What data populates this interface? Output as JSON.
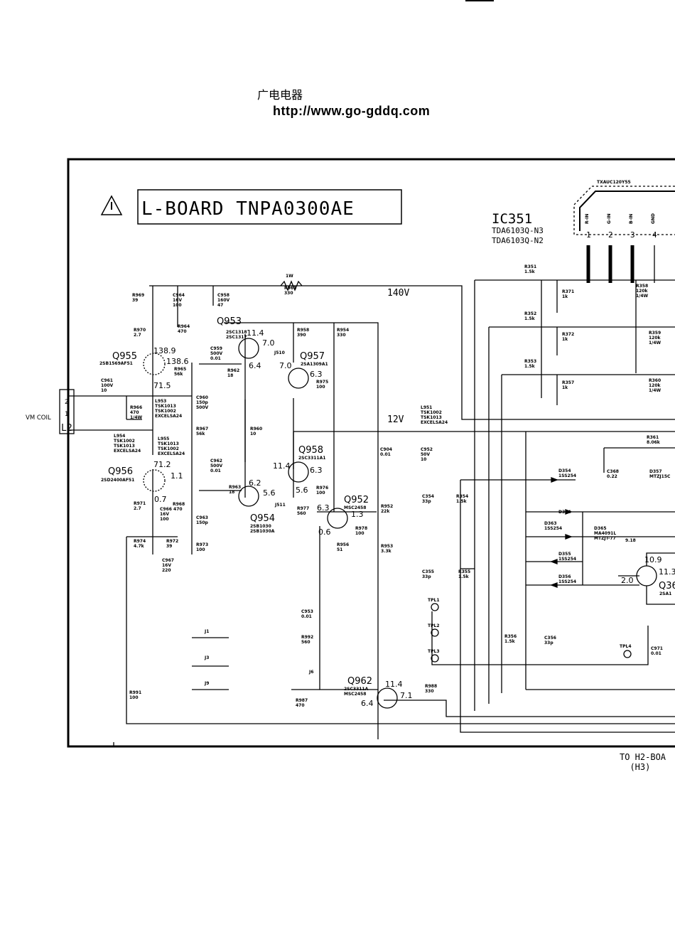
{
  "header": {
    "site_name": "广电电器",
    "url": "http://www.go-gddq.com"
  },
  "board": {
    "title": "L-BOARD TNPA0300AE"
  },
  "ic351": {
    "ref": "IC351",
    "part1": "TDA6103Q-N3",
    "part2": "TDA6103Q-N2",
    "module": "TXAUC120Y55",
    "pins": [
      "R-IN",
      "G-IN",
      "B-IN",
      "GND"
    ],
    "pin_nums": [
      "1",
      "2",
      "3",
      "4"
    ]
  },
  "rails": {
    "v140": "140V",
    "v12": "12V"
  },
  "connector": {
    "label": "VM COIL",
    "ref": "L2",
    "pin2": "2",
    "pin1": "1"
  },
  "transistors": {
    "q953": {
      "ref": "Q953",
      "part": "2SC1318\n2SC1317",
      "v1": "11.4",
      "v2": "7.0",
      "v3": "6.4"
    },
    "q955": {
      "ref": "Q955",
      "part": "2SB1569AF51",
      "v1": "138.9",
      "v2": "138.6",
      "v3": "71.5"
    },
    "q957": {
      "ref": "Q957",
      "part": "2SA1309A1",
      "v1": "7.0",
      "v2": "6.3"
    },
    "q956": {
      "ref": "Q956",
      "part": "2SD2400AF51",
      "v1": "71.2",
      "v2": "1.1",
      "v3": "0.7"
    },
    "q958": {
      "ref": "Q958",
      "part": "2SC3311A1",
      "v1": "11.4",
      "v2": "6.3",
      "v3": "5.6"
    },
    "q954": {
      "ref": "Q954",
      "part": "2SB1030\n2SB1030A",
      "v1": "6.2",
      "v2": "5.6"
    },
    "q952": {
      "ref": "Q952",
      "part": "MSC2458",
      "v1": "6.3",
      "v2": "1.3",
      "v3": "0.6"
    },
    "q962": {
      "ref": "Q962",
      "part": "2SC3311A\nMSC2458",
      "v1": "11.4",
      "v2": "7.1",
      "v3": "6.4"
    },
    "q36x": {
      "ref": "Q36",
      "part": "2SA1",
      "v1": "10.9",
      "v2": "11.3",
      "v3": "2.0"
    }
  },
  "labels": {
    "r969": "R969\n39",
    "c964": "C964\n16V\n100",
    "c958": "C958\n160V\n47",
    "r961": "R961\n330",
    "r961_w": "1W",
    "r970": "R970\n2.7",
    "r964": "R964\n470",
    "r958": "R958\n390",
    "r954": "R954\n330",
    "c959": "C959\n500V\n0.01",
    "j510": "J510",
    "r962": "R962\n18",
    "r965": "R965\n56k",
    "r975": "R975\n100",
    "c961": "C961\n100V\n10",
    "r966": "R966\n470\n1/4W",
    "c960": "C960\n150p\n500V",
    "l953": "L953\nTSK1013\nTSK1002\nEXCELSA24",
    "l954": "L954\nTSK1002\nTSK1013\nEXCELSA24",
    "l955": "L955\nTSK1013\nTSK1002\nEXCELSA24",
    "r967": "R967\n56k",
    "r960": "R960\n10",
    "l951": "L951\nTSK1002\nTSK1013\nEXCELSA24",
    "c904": "C904\n0.01",
    "c952": "C952\n50V\n10",
    "c962": "C962\n500V\n0.01",
    "r963": "R963\n18",
    "r976": "R976\n100",
    "r952": "R952\n22k",
    "r971": "R971\n2.7",
    "r968": "R968",
    "c966": "C966 470\n16V\n100",
    "c963": "C963\n150p",
    "j511": "J511",
    "r977": "R977\n560",
    "r978": "R978\n100",
    "r974": "R974\n4.7k",
    "r972": "R972\n39",
    "r973": "R973\n100",
    "c967": "C967\n16V\n220",
    "r956": "R956\n51",
    "r953": "R953\n3.3k",
    "c953": "C953\n0.01",
    "r992": "R992\n560",
    "j6": "J6",
    "r987": "R987\n470",
    "r988": "R988\n330",
    "r991": "R991\n100",
    "j1": "J1",
    "j3": "J3",
    "j9": "J9",
    "r351": "R351\n1.5k",
    "r371": "R371\n1k",
    "r352": "R352\n1.5k",
    "r372": "R372\n1k",
    "r353": "R353\n1.5k",
    "r357": "R357\n1k",
    "r358": "R358\n120k\n1/4W",
    "r359": "R359\n120k\n1/4W",
    "r360": "R360\n120k\n1/4W",
    "r361": "R361\n8.06k",
    "c368": "C368\n0.22",
    "d357": "D357\nMTZJ15C",
    "d354": "D354\n1SS254",
    "c354": "C354\n33p",
    "r354": "R354\n1.5k",
    "d364": "D364",
    "d363": "D363\n1SS254",
    "d365": "D365\nMA4091L\nMTZJT-77",
    "d355": "D355\n1SS254",
    "d356": "D356\n1SS254",
    "c355": "C355\n33p",
    "r355": "R355\n1.5k",
    "tpl1": "TPL1",
    "tpl2": "TPL2",
    "tpl3": "TPL3",
    "tpl4": "TPL4",
    "r356": "R356\n1.5k",
    "c356": "C356\n33p",
    "c971": "C971\n0.01",
    "v918": "9.18"
  },
  "footer": {
    "line1": "TO H2-BOA",
    "line2": "(H3)"
  }
}
